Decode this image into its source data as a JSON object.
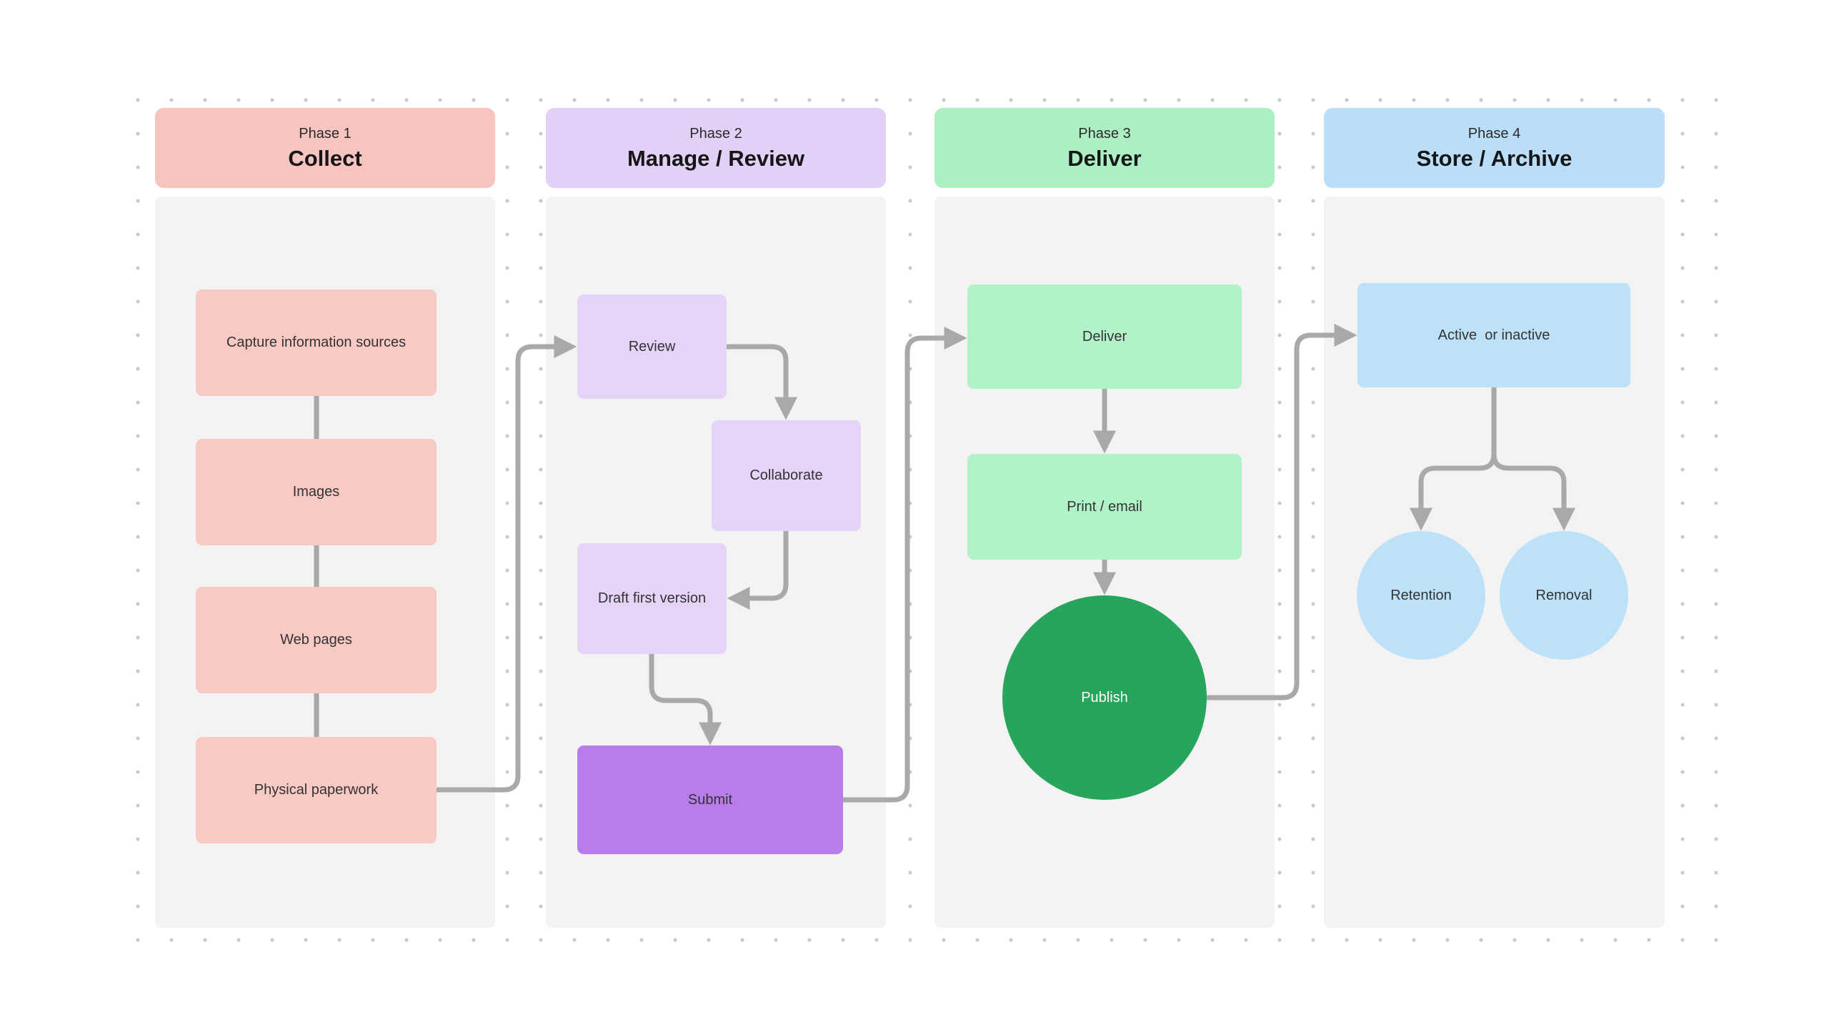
{
  "board": {
    "background": "#ffffff",
    "dot_color": "#c9c9c9",
    "panel_color": "#f3f3f4",
    "connector_color": "#a9a9a9"
  },
  "phases": [
    {
      "label": "Phase 1",
      "title": "Collect",
      "header_color": "#f8c4bf",
      "node_color": "#f9c9c4",
      "nodes": [
        {
          "label": "Capture information sources"
        },
        {
          "label": "Images"
        },
        {
          "label": "Web pages"
        },
        {
          "label": "Physical paperwork"
        }
      ]
    },
    {
      "label": "Phase 2",
      "title": "Manage / Review",
      "header_color": "#e2d0f6",
      "node_color": "#e5d4f8",
      "accent_node_color": "#b87ceb",
      "nodes": [
        {
          "label": "Review"
        },
        {
          "label": "Collaborate"
        },
        {
          "label": "Draft first version"
        },
        {
          "label": "Submit"
        }
      ]
    },
    {
      "label": "Phase 3",
      "title": "Deliver",
      "header_color": "#acefc2",
      "node_color": "#b1f2c8",
      "accent_node_color": "#28a55c",
      "nodes": [
        {
          "label": "Deliver"
        },
        {
          "label": "Print / email"
        },
        {
          "label": "Publish"
        }
      ]
    },
    {
      "label": "Phase 4",
      "title": "Store / Archive",
      "header_color": "#bbdef8",
      "node_color": "#bde1f9",
      "nodes": [
        {
          "label": "Active  or inactive"
        },
        {
          "label": "Retention"
        },
        {
          "label": "Removal"
        }
      ]
    }
  ]
}
